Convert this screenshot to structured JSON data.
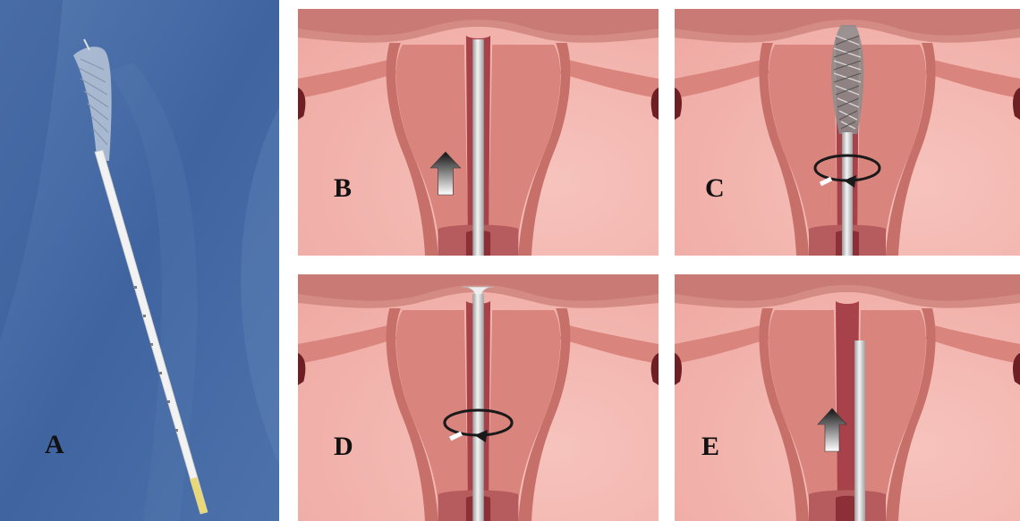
{
  "panels": {
    "a": {
      "label": "A"
    },
    "b": {
      "label": "B"
    },
    "c": {
      "label": "C"
    },
    "d": {
      "label": "D"
    },
    "e": {
      "label": "E"
    }
  },
  "colors": {
    "cloth": "#4a6ea8",
    "uterus_light": "#f2b3ad",
    "uterus_wall": "#d9847c",
    "cavity": "#a8424a",
    "dark_edge": "#6e1f24",
    "rod": "#d9d9d9"
  }
}
